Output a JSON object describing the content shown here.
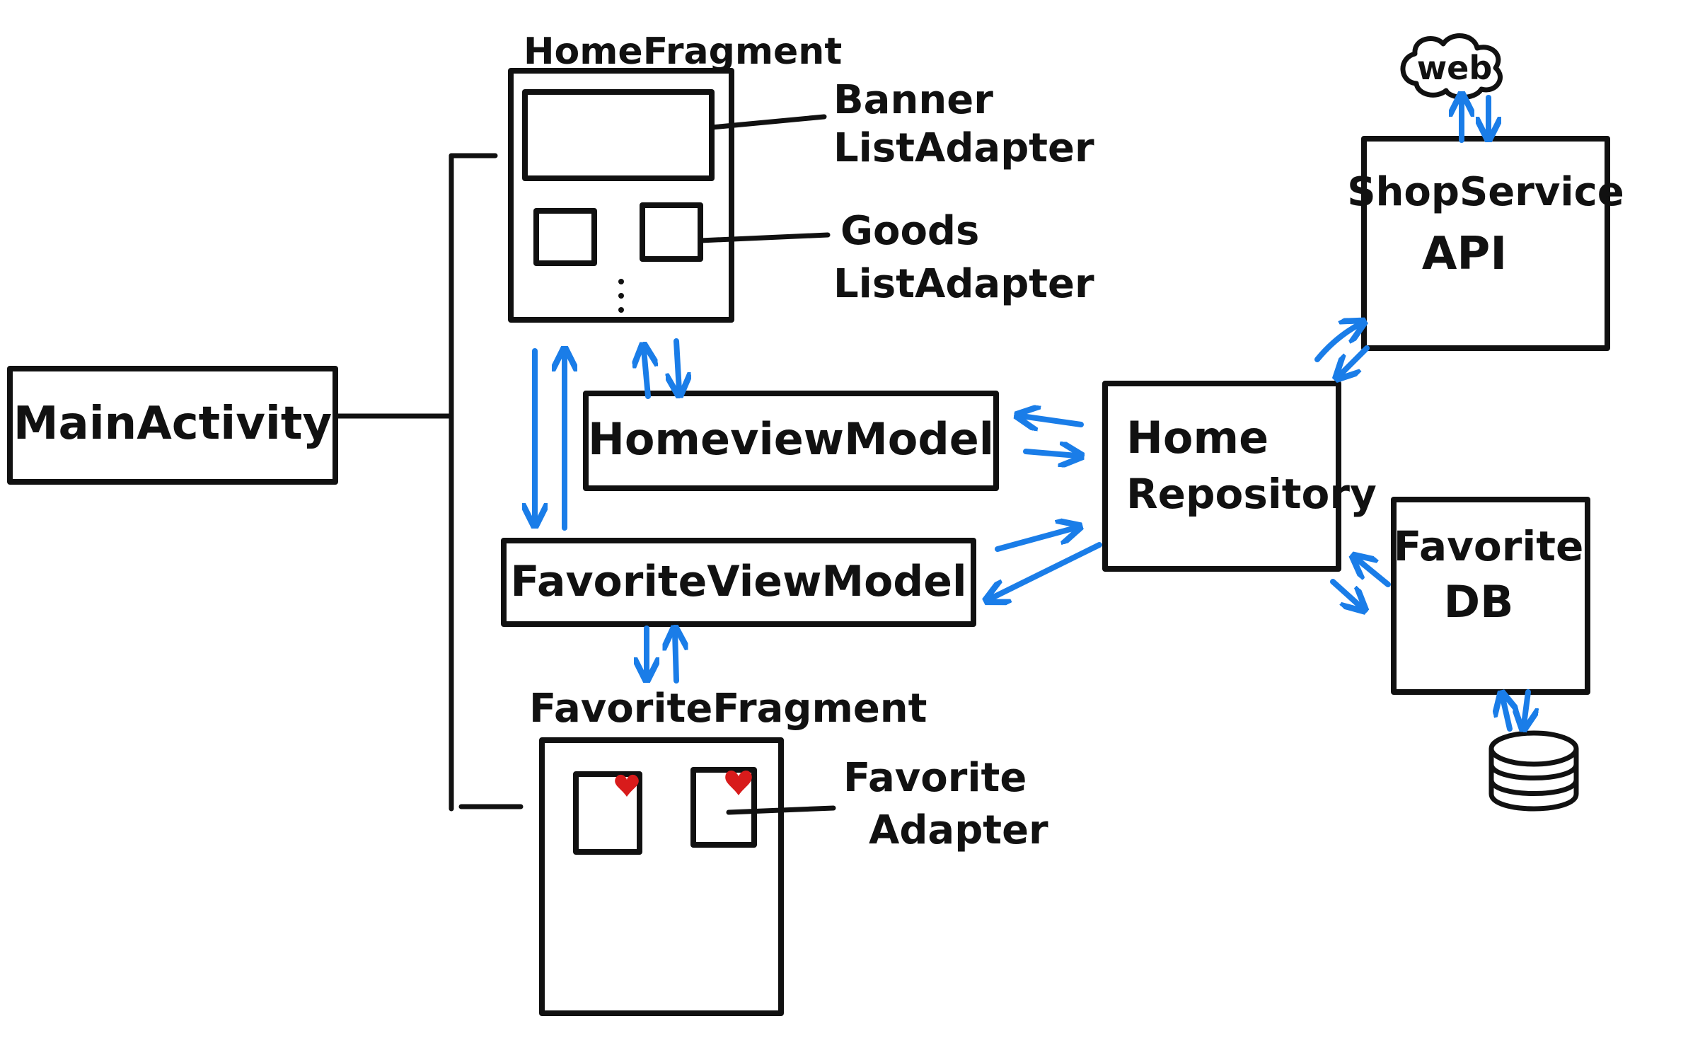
{
  "colors": {
    "ink": "#111111",
    "arrow": "#1a7de8",
    "heart": "#d81b1b"
  },
  "labels": {
    "main_activity": "MainActivity",
    "home_fragment": "HomeFragment",
    "banner_list_adapter_line1": "Banner",
    "banner_list_adapter_line2": "ListAdapter",
    "goods_list_adapter_line1": "Goods",
    "goods_list_adapter_line2": "ListAdapter",
    "home_view_model": "HomeviewModel",
    "favorite_view_model": "FavoriteViewModel",
    "favorite_fragment": "FavoriteFragment",
    "favorite_adapter_line1": "Favorite",
    "favorite_adapter_line2": "Adapter",
    "home_repository_line1": "Home",
    "home_repository_line2": "Repository",
    "shop_service_api_line1": "ShopService",
    "shop_service_api_line2": "API",
    "web": "web",
    "favorite_db_line1": "Favorite",
    "favorite_db_line2": "DB"
  },
  "icons": [
    "cloud-icon",
    "heart-icon",
    "database-icon"
  ]
}
